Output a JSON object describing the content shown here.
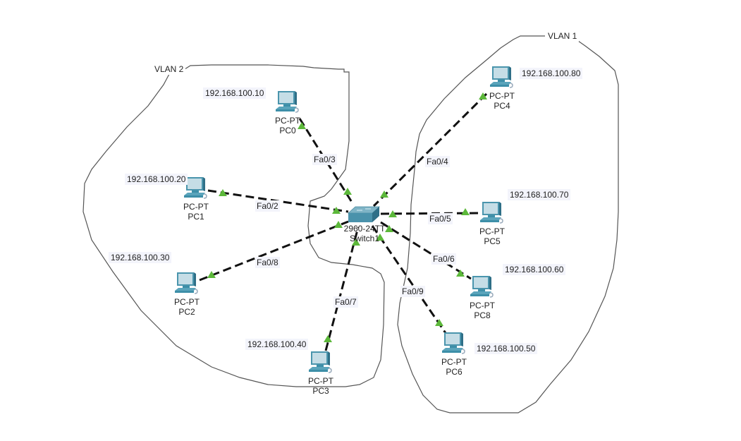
{
  "vlans": [
    {
      "id": "vlan2",
      "label": "VLAN 2"
    },
    {
      "id": "vlan1",
      "label": "VLAN 1"
    }
  ],
  "switch": {
    "model": "2960-24TT",
    "name": "Switch1"
  },
  "pcs": [
    {
      "model": "PC-PT",
      "name": "PC0",
      "ip": "192.168.100.10",
      "port": "Fa0/3",
      "vlan": "VLAN 2"
    },
    {
      "model": "PC-PT",
      "name": "PC1",
      "ip": "192.168.100.20",
      "port": "Fa0/2",
      "vlan": "VLAN 2"
    },
    {
      "model": "PC-PT",
      "name": "PC2",
      "ip": "192.168.100.30",
      "port": "Fa0/8",
      "vlan": "VLAN 2"
    },
    {
      "model": "PC-PT",
      "name": "PC3",
      "ip": "192.168.100.40",
      "port": "Fa0/7",
      "vlan": "VLAN 2"
    },
    {
      "model": "PC-PT",
      "name": "PC4",
      "ip": "192.168.100.80",
      "port": "Fa0/4",
      "vlan": "VLAN 1"
    },
    {
      "model": "PC-PT",
      "name": "PC5",
      "ip": "192.168.100.70",
      "port": "Fa0/5",
      "vlan": "VLAN 1"
    },
    {
      "model": "PC-PT",
      "name": "PC8",
      "ip": "192.168.100.60",
      "port": "Fa0/6",
      "vlan": "VLAN 1"
    },
    {
      "model": "PC-PT",
      "name": "PC6",
      "ip": "192.168.100.50",
      "port": "Fa0/9",
      "vlan": "VLAN 1"
    }
  ],
  "colors": {
    "link": "#111111",
    "link_up": "#5cb83a",
    "boundary": "#555555",
    "device": "#3d8fa8"
  }
}
